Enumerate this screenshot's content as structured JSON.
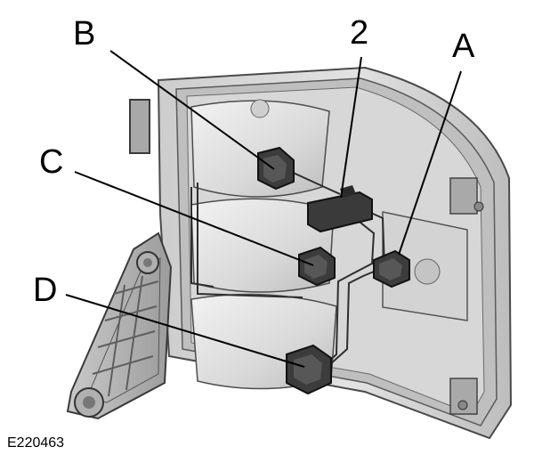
{
  "figure": {
    "callouts": {
      "b": "B",
      "two": "2",
      "a": "A",
      "c": "C",
      "d": "D"
    },
    "figure_id": "E220463"
  }
}
